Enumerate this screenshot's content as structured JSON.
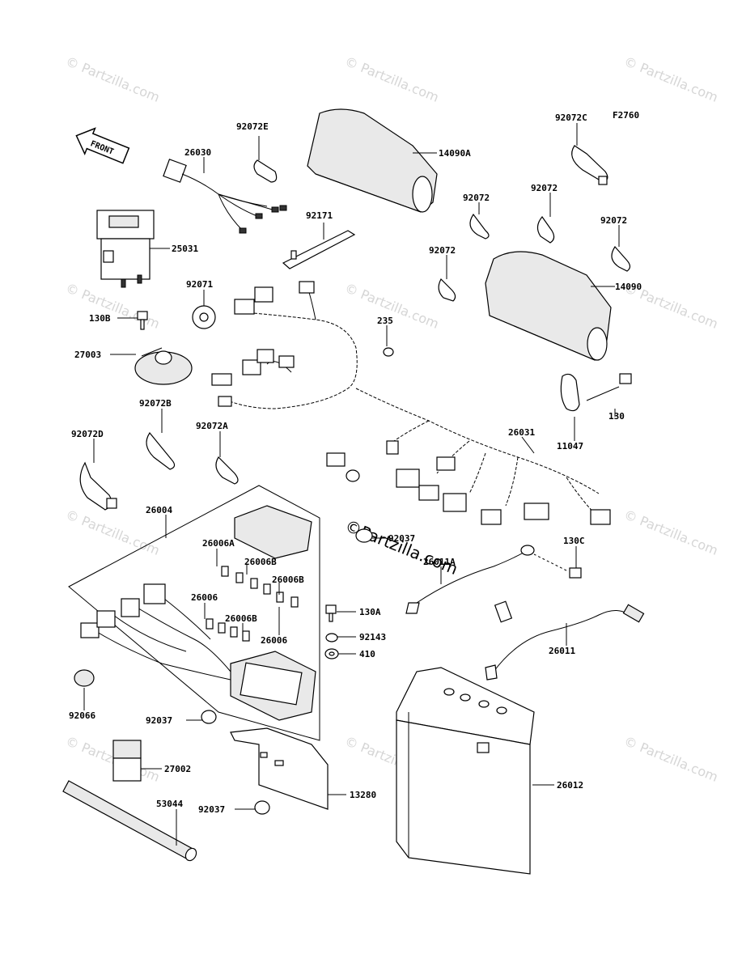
{
  "figure_code": "F2760",
  "front_label": "FRONT",
  "watermark_text": "© Partzilla.com",
  "center_watermark": "©Partzilla.com",
  "labels": {
    "p26030": "26030",
    "p92072E": "92072E",
    "p14090A": "14090A",
    "p92072C": "92072C",
    "p92072_1": "92072",
    "p92072_2": "92072",
    "p92072_3": "92072",
    "p92072_4": "92072",
    "p92171": "92171",
    "p25031": "25031",
    "p14090": "14090",
    "p92071": "92071",
    "p130B": "130B",
    "p235": "235",
    "p27003": "27003",
    "p92072B": "92072B",
    "p92072D": "92072D",
    "p92072A": "92072A",
    "p26031": "26031",
    "p11047": "11047",
    "p130": "130",
    "p26004": "26004",
    "p92037_1": "92037",
    "p130C": "130C",
    "p26011A": "26011A",
    "p26006A": "26006A",
    "p26006B_1": "26006B",
    "p26006B_2": "26006B",
    "p26006_1": "26006",
    "p26006B_3": "26006B",
    "p26006_2": "26006",
    "p130A": "130A",
    "p92143": "92143",
    "p410": "410",
    "p26011": "26011",
    "p92066": "92066",
    "p92037_2": "92037",
    "p27002": "27002",
    "p13280": "13280",
    "p26012": "26012",
    "p53044": "53044",
    "p92037_3": "92037"
  }
}
